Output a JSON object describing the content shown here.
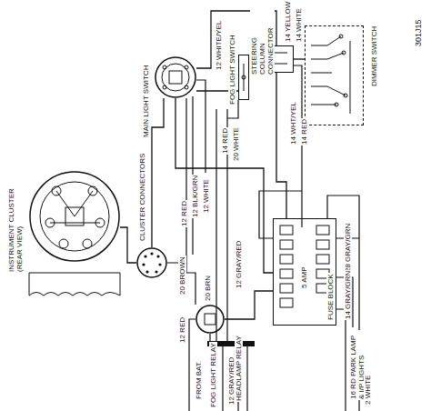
{
  "diagram": {
    "nodes": [
      {
        "text": [
          "FOG LIGHT SWITCH"
        ]
      },
      {
        "text": [
          "MAIN LIGHT SWITCH"
        ]
      },
      {
        "text": [
          "STEERING COLUMN CONNECTOR"
        ]
      },
      {
        "text": [
          "DIMMER SWITCH"
        ]
      },
      {
        "text": [
          "INSTRUMENT CLUSTER (REAR VIEW)"
        ]
      },
      {
        "text": [
          "CLUSTER CONNECTORS"
        ]
      },
      {
        "text": [
          "HEADLAMP RELAY"
        ]
      },
      {
        "text": [
          "FUSE BLOCK"
        ]
      }
    ],
    "edges": [
      {
        "from": 0,
        "to": 1,
        "arrow": "none"
      },
      {
        "from": 1,
        "to": 2,
        "arrow": "none"
      },
      {
        "from": 2,
        "to": 3,
        "arrow": "none"
      },
      {
        "from": 1,
        "to": 7,
        "arrow": "none"
      },
      {
        "from": 2,
        "to": 7,
        "arrow": "none"
      },
      {
        "from": 5,
        "to": 1,
        "arrow": "none"
      },
      {
        "from": 6,
        "to": 7,
        "arrow": "none"
      },
      {
        "from": 4,
        "to": 5,
        "arrow": "none"
      }
    ],
    "labels": [
      "301J15",
      "12 WHITE/YEL",
      "14 YELLOW",
      "14 WHITE",
      "14 WHT/YEL",
      "14 RED",
      "14 RED",
      "20 WHITE",
      "12 WHITE",
      "12 BLK/GRN",
      "12 RED",
      "20 BROWN",
      "20 BRN",
      "12 GRAY/RED",
      "28 GRAY/GRN",
      "5 AMP",
      "14 GRAY/GRN",
      "16 RD PARK LAMP & I/P LIGHTS",
      "12 RED",
      "FROM BAT.",
      "FOG LIGHT RELAY",
      "12 GRAY/RED",
      "2 WHITE"
    ]
  }
}
